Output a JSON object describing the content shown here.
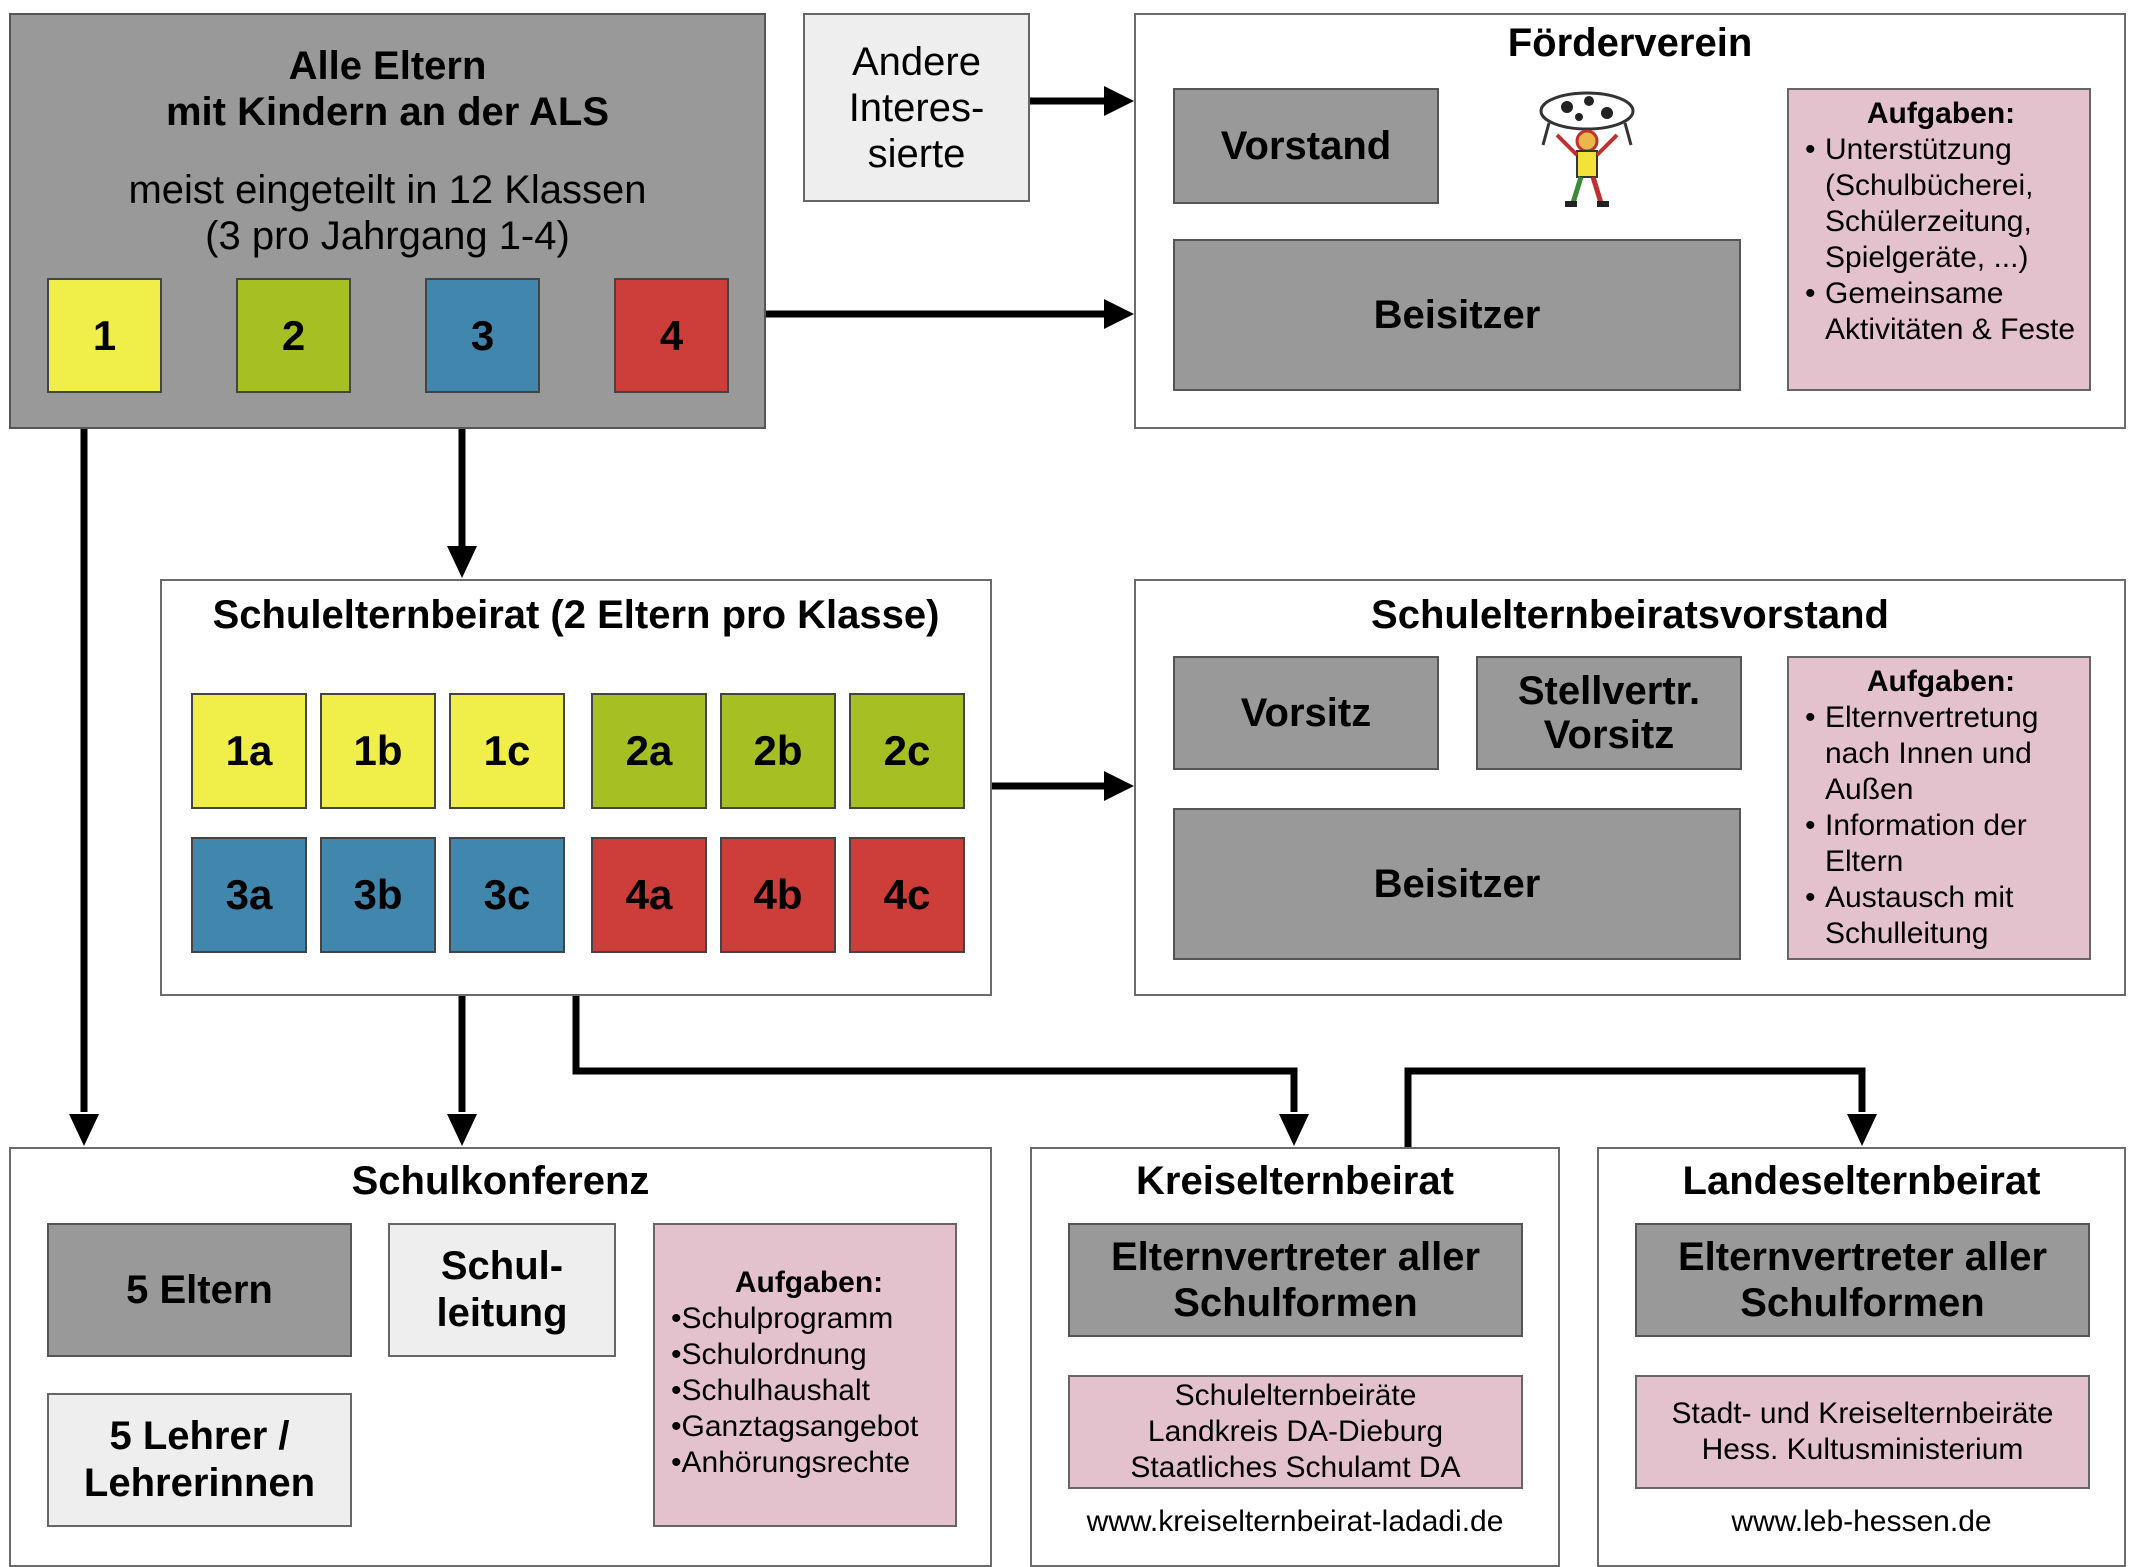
{
  "parents": {
    "title_line1": "Alle Eltern",
    "title_line2": "mit Kindern an der ALS",
    "sub_line1": "meist eingeteilt in 12 Klassen",
    "sub_line2": "(3 pro Jahrgang 1-4)",
    "grades": [
      "1",
      "2",
      "3",
      "4"
    ]
  },
  "others": {
    "line1": "Andere",
    "line2": "Interes-",
    "line3": "sierte"
  },
  "foerderverein": {
    "title": "Förderverein",
    "vorstand": "Vorstand",
    "beisitzer": "Beisitzer",
    "tasks_title": "Aufgaben:",
    "tasks": [
      "Unterstützung (Schulbücherei, Schülerzeitung, Spielgeräte, ...)",
      "Gemeinsame Aktivitäten & Feste"
    ]
  },
  "seb": {
    "title": "Schulelternbeirat (2 Eltern pro Klasse)",
    "classes": [
      "1a",
      "1b",
      "1c",
      "2a",
      "2b",
      "2c",
      "3a",
      "3b",
      "3c",
      "4a",
      "4b",
      "4c"
    ]
  },
  "seb_vorstand": {
    "title": "Schulelternbeiratsvorstand",
    "vorsitz": "Vorsitz",
    "stellv_line1": "Stellvertr.",
    "stellv_line2": "Vorsitz",
    "beisitzer": "Beisitzer",
    "tasks_title": "Aufgaben:",
    "tasks": [
      "Elternvertretung nach Innen und Außen",
      "Information der Eltern",
      "Austausch mit Schulleitung"
    ]
  },
  "schulkonferenz": {
    "title": "Schulkonferenz",
    "eltern": "5 Eltern",
    "lehrer_line1": "5 Lehrer /",
    "lehrer_line2": "Lehrerinnen",
    "leitung_line1": "Schul-",
    "leitung_line2": "leitung",
    "tasks_title": "Aufgaben:",
    "tasks": [
      "Schulprogramm",
      "Schulordnung",
      "Schulhaushalt",
      "Ganztagsangebot",
      "Anhörungsrechte"
    ]
  },
  "kreis": {
    "title": "Kreiselternbeirat",
    "main_line1": "Elternvertreter aller",
    "main_line2": "Schulformen",
    "info_line1": "Schulelternbeiräte",
    "info_line2": "Landkreis DA-Dieburg",
    "info_line3": "Staatliches Schulamt DA",
    "url": "www.kreiselternbeirat-ladadi.de"
  },
  "landes": {
    "title": "Landeselternbeirat",
    "main_line1": "Elternvertreter aller",
    "main_line2": "Schulformen",
    "info_line1": "Stadt- und Kreiselternbeiräte",
    "info_line2": "Hess. Kultusministerium",
    "url": "www.leb-hessen.de"
  },
  "colors": {
    "grade1": "#f0ef4a",
    "grade2": "#a6c024",
    "grade3": "#4086ad",
    "grade4": "#cd3d3a",
    "box_gray": "#999999",
    "box_light": "#eeeeee",
    "tasks_pink": "#e3c2cd"
  },
  "icons": [
    "mascot-cow-illustration-icon"
  ]
}
